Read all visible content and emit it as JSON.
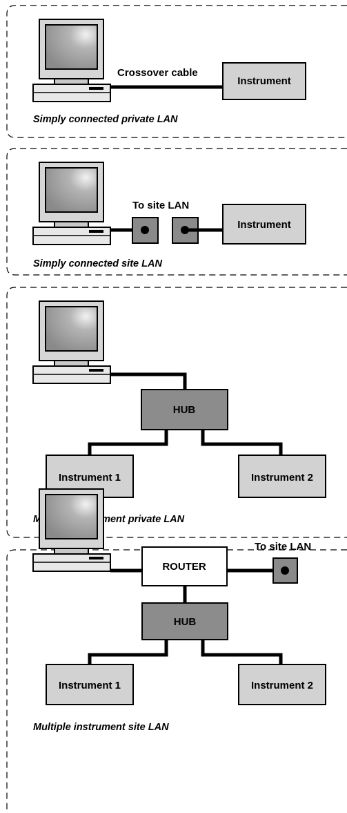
{
  "panels": [
    {
      "caption": "Simply connected private LAN",
      "cable_label": "Crossover cable",
      "instrument_label": "Instrument"
    },
    {
      "caption": "Simply connected site LAN",
      "site_label": "To site LAN",
      "instrument_label": "Instrument"
    },
    {
      "caption": "Multiple instrument private LAN",
      "hub_label": "HUB",
      "instrument1_label": "Instrument 1",
      "instrument2_label": "Instrument 2"
    },
    {
      "caption": "Multiple instrument site LAN",
      "router_label": "ROUTER",
      "site_label": "To site LAN",
      "hub_label": "HUB",
      "instrument1_label": "Instrument 1",
      "instrument2_label": "Instrument 2"
    }
  ],
  "colors": {
    "box_fill": "#d2d2d2",
    "hub_fill": "#8c8c8c",
    "router_fill": "#ffffff",
    "jack_fill": "#8a8a8a",
    "line": "#000000"
  }
}
